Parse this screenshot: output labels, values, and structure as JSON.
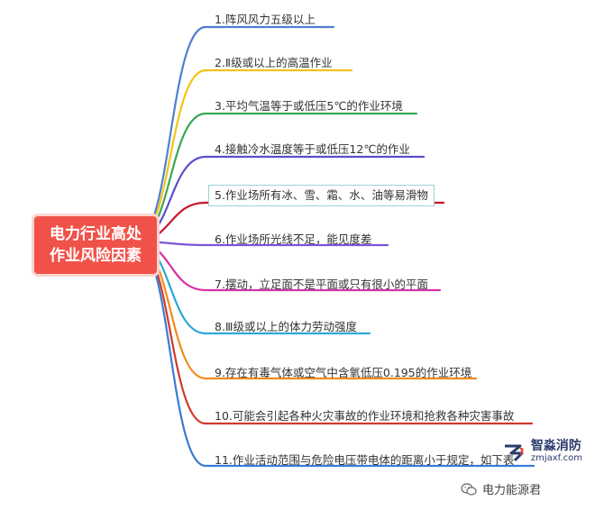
{
  "center": {
    "line1": "电力行业高处",
    "line2": "作业风险因素"
  },
  "branches": [
    {
      "label": "1.阵风风力五级以上",
      "color": "#4f7fd1"
    },
    {
      "label": "2.Ⅱ级或以上的高温作业",
      "color": "#f2c417"
    },
    {
      "label": "3.平均气温等于或低压5℃的作业环境",
      "color": "#3aa655"
    },
    {
      "label": "4.接触冷水温度等于或低压12℃的作业",
      "color": "#5a4fcf"
    },
    {
      "label": "5.作业场所有冰、雪、霜、水、油等易滑物",
      "color": "#c8182e"
    },
    {
      "label": "6.作业场所光线不足，能见度差",
      "color": "#7b56d6"
    },
    {
      "label": "7.摆动，立足面不是平面或只有很小的平面",
      "color": "#d633a8"
    },
    {
      "label": "8.Ⅲ级或以上的体力劳动强度",
      "color": "#2aa9d8"
    },
    {
      "label": "9.存在有毒气体或空气中含氧低压0.195的作业环境",
      "color": "#f08c1c"
    },
    {
      "label": "10.可能会引起各种火灾事故的作业环境和抢救各种灾害事故",
      "color": "#d03a2b"
    },
    {
      "label": "11.作业活动范围与危险电压带电体的距离小于规定，如下表",
      "color": "#3a7bd5"
    }
  ],
  "watermark": {
    "title": "智淼消防",
    "url": "zmjaxf.com"
  },
  "footer": {
    "credit": "电力能源君"
  }
}
